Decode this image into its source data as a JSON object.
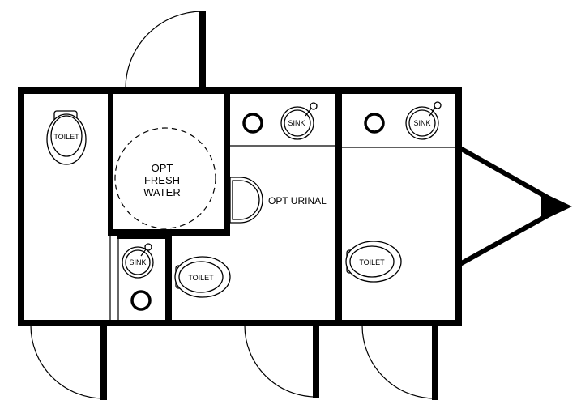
{
  "labels": {
    "toilet": "TOILET",
    "sink": "SINK",
    "fresh_water_line1": "OPT",
    "fresh_water_line2": "FRESH",
    "fresh_water_line3": "WATER",
    "urinal": "OPT URINAL"
  },
  "colors": {
    "wall": "#000000",
    "background": "#ffffff"
  }
}
